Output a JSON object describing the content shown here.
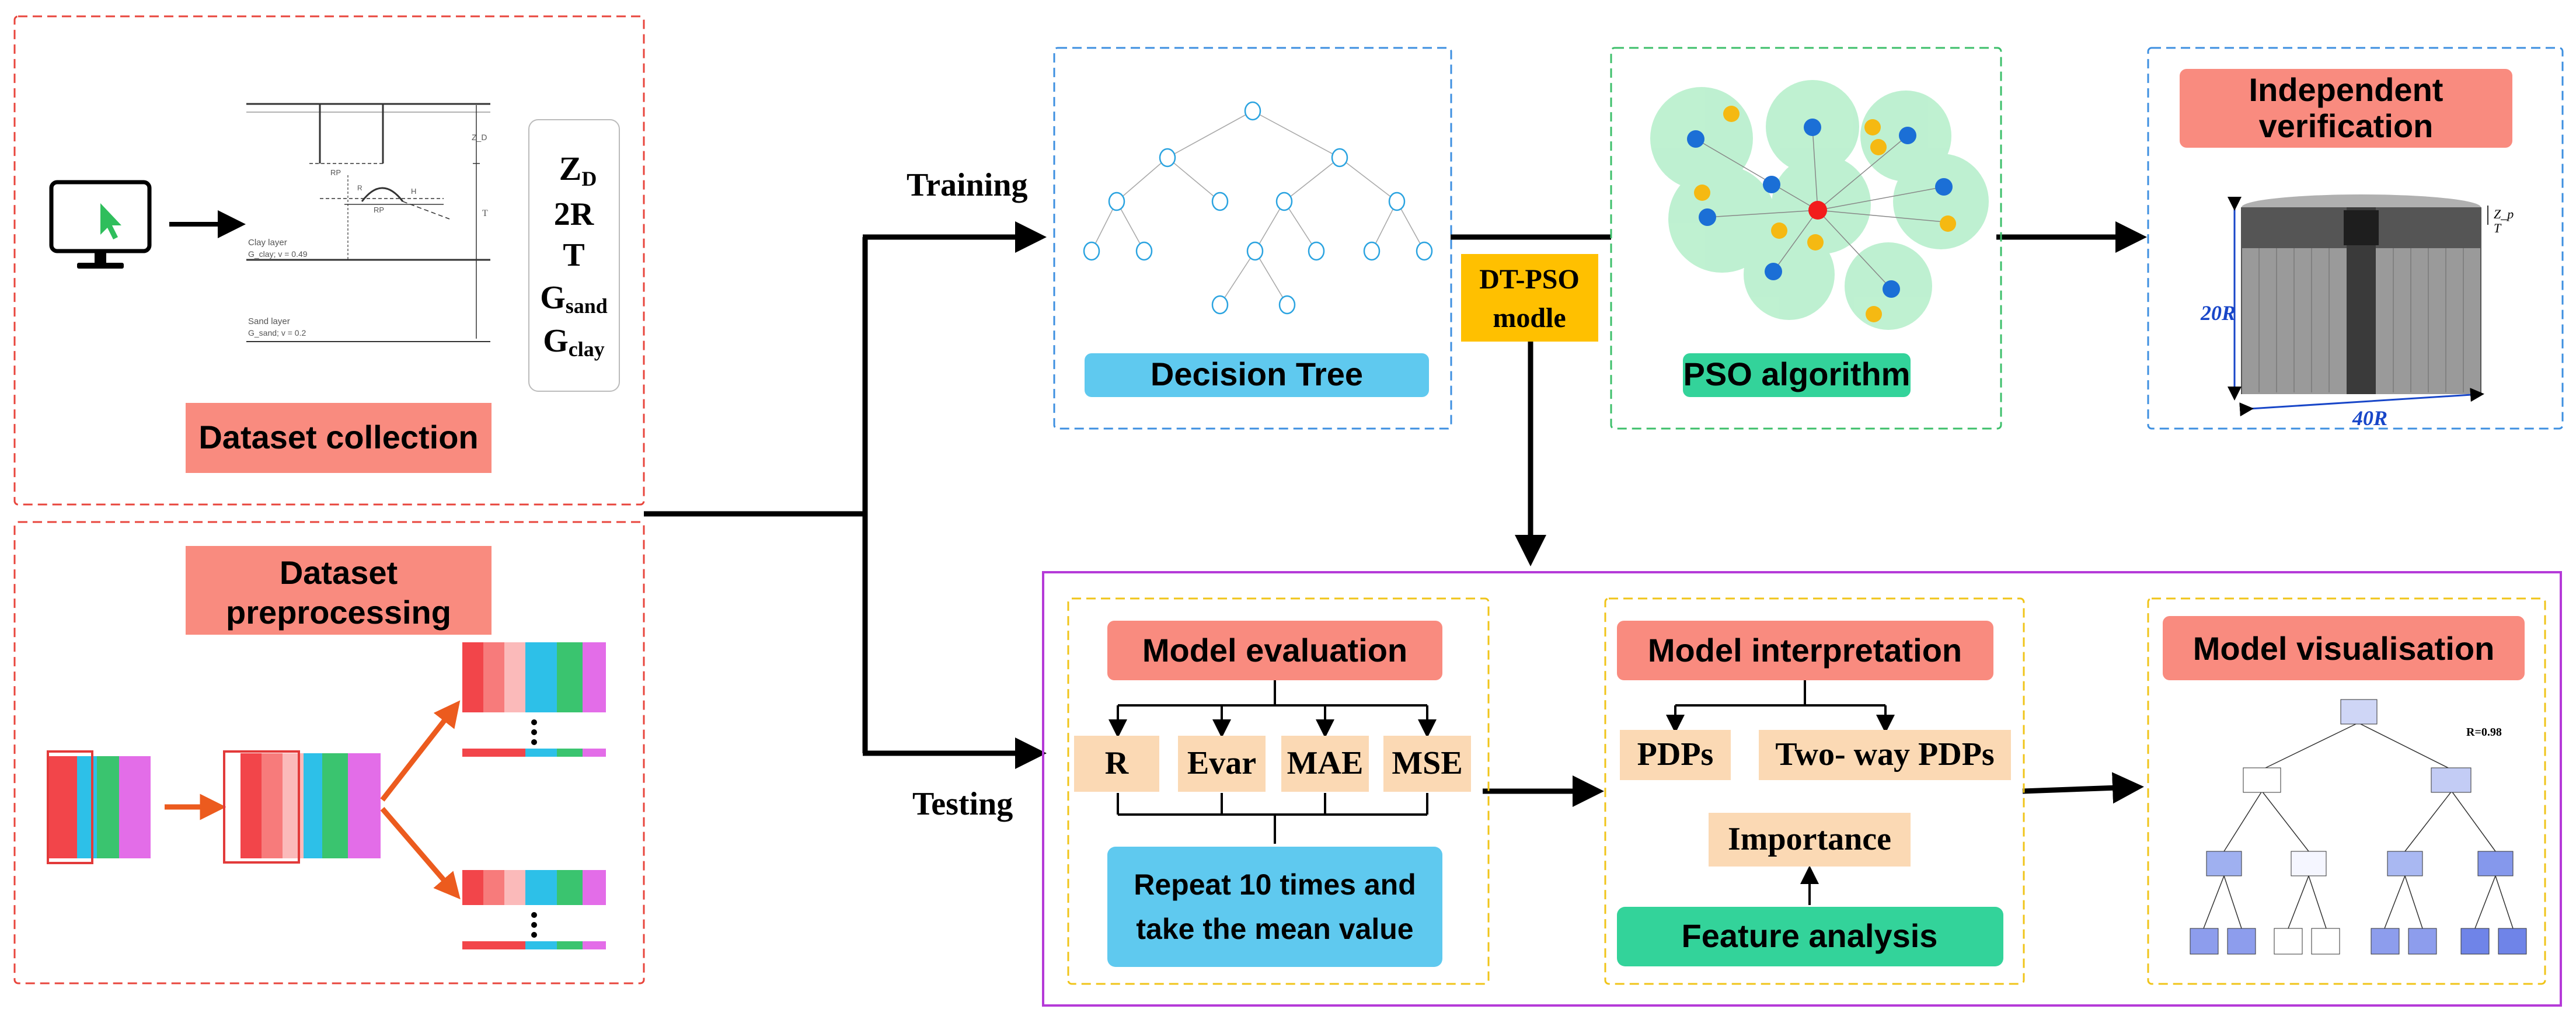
{
  "labels": {
    "dataset_collection": "Dataset collection",
    "dataset_preprocessing_1": "Dataset",
    "dataset_preprocessing_2": "preprocessing",
    "training": "Training",
    "testing": "Testing",
    "decision_tree": "Decision Tree",
    "dt_pso_1": "DT-PSO",
    "dt_pso_2": "modle",
    "pso_algorithm": "PSO algorithm",
    "independent_1": "Independent",
    "independent_2": "verification",
    "model_evaluation": "Model evaluation",
    "model_interpretation": "Model interpretation",
    "model_visualisation": "Model visualisation",
    "metric_r": "R",
    "metric_evar": "Evar",
    "metric_mae": "MAE",
    "metric_mse": "MSE",
    "repeat_1": "Repeat 10 times and",
    "repeat_2": "take the mean value",
    "pdps": "PDPs",
    "two_way_pdps": "Two- way PDPs",
    "importance": "Importance",
    "feature_analysis": "Feature analysis",
    "r_value": "R=0.98"
  },
  "params": {
    "zd": "Z",
    "zd_sub": "D",
    "r2": "2R",
    "t": "T",
    "gsand": "G",
    "gsand_sub": "sand",
    "gclay": "G",
    "gclay_sub": "clay"
  },
  "sketch": {
    "clay_layer": "Clay layer",
    "clay_props": "G_clay; v = 0.49",
    "sand_layer": "Sand layer",
    "sand_props": "G_sand; v = 0.2",
    "zd": "Z_D",
    "t": "T",
    "rp": "RP",
    "h": "H",
    "r": "R"
  },
  "model3d": {
    "height": "20R",
    "width": "40R",
    "zp": "Z_p",
    "t": "T"
  },
  "colors": {
    "salmon": "#f98b7f",
    "blue_label": "#5fc9ef",
    "green_label": "#33d39a",
    "gold": "#ffc000",
    "beige": "#fbd9b4",
    "red_dash": "#e8453c",
    "blue_dash": "#3d8fe0",
    "green_dash": "#3cbf6a",
    "yellow_dash": "#f0c419",
    "purple": "#b53ad8",
    "arrow_orange": "#ec5b1e"
  }
}
